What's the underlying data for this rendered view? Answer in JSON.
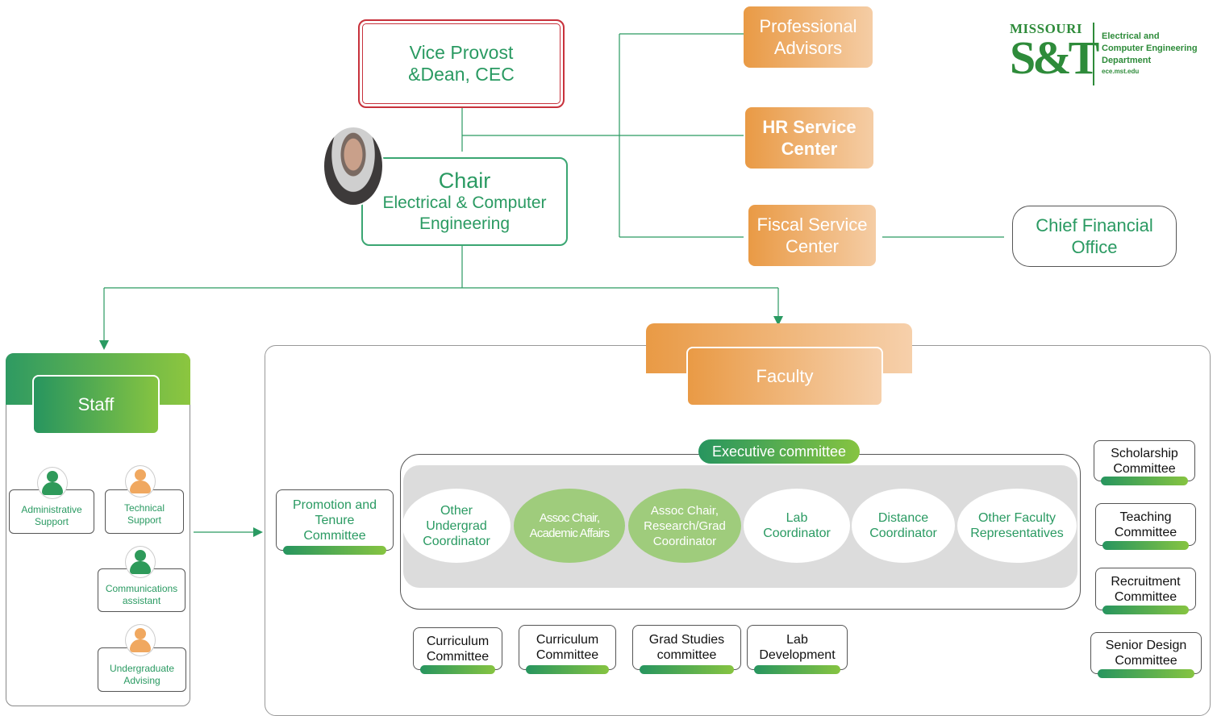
{
  "top": {
    "vice_provost": {
      "line1": "Vice Provost",
      "line2": "&Dean, CEC"
    },
    "chair": {
      "title": "Chair",
      "line2": "Electrical & Computer",
      "line3": "Engineering"
    },
    "chair_photo": "portrait of the department chair",
    "professional_advisors": {
      "line1": "Professional",
      "line2": "Advisors"
    },
    "hr_service": {
      "line1": "HR Service",
      "line2": "Center"
    },
    "fiscal_service": {
      "line1": "Fiscal Service",
      "line2": "Center"
    },
    "cfo": {
      "line1": "Chief Financial",
      "line2": "Office"
    }
  },
  "logo": {
    "missouri": "MISSOURI",
    "st": "S&T",
    "dept_line1": "Electrical and",
    "dept_line2": "Computer Engineering",
    "dept_line3": "Department",
    "url": "ece.mst.edu"
  },
  "staff": {
    "title": "Staff",
    "members": [
      {
        "line1": "Administrative",
        "line2": "Support"
      },
      {
        "line1": "Technical",
        "line2": "Support"
      },
      {
        "line1": "Communications",
        "line2": "assistant"
      },
      {
        "line1": "Undergraduate",
        "line2": "Advising"
      }
    ]
  },
  "faculty": {
    "title": "Faculty",
    "executive": "Executive committee",
    "promotion": {
      "line1": "Promotion and",
      "line2": "Tenure",
      "line3": "Committee"
    },
    "ovals": [
      {
        "line1": "Other",
        "line2": "Undergrad",
        "line3": "Coordinator"
      },
      {
        "line1": "Assoc Chair,",
        "line2": "Academic Affairs",
        "line3": ""
      },
      {
        "line1": "Assoc Chair,",
        "line2": "Research/Grad",
        "line3": "Coordinator"
      },
      {
        "line1": "Lab",
        "line2": "Coordinator",
        "line3": ""
      },
      {
        "line1": "Distance",
        "line2": "Coordinator",
        "line3": ""
      },
      {
        "line1": "Other Faculty",
        "line2": "Representatives",
        "line3": ""
      }
    ],
    "bottom_committees": [
      {
        "line1": "Curriculum",
        "line2": "Committee"
      },
      {
        "line1": "Curriculum",
        "line2": "Committee"
      },
      {
        "line1": "Grad Studies",
        "line2": "committee"
      },
      {
        "line1": "Lab",
        "line2": "Development"
      }
    ],
    "right_committees": [
      {
        "line1": "Scholarship",
        "line2": "Committee"
      },
      {
        "line1": "Teaching",
        "line2": "Committee"
      },
      {
        "line1": "Recruitment",
        "line2": "Committee"
      },
      {
        "line1": "Senior Design",
        "line2": "Committee"
      }
    ]
  },
  "colors": {
    "green": "#2a9a62",
    "lime": "#8cc63f",
    "orange": "#e99a45",
    "red": "#c8323c"
  }
}
